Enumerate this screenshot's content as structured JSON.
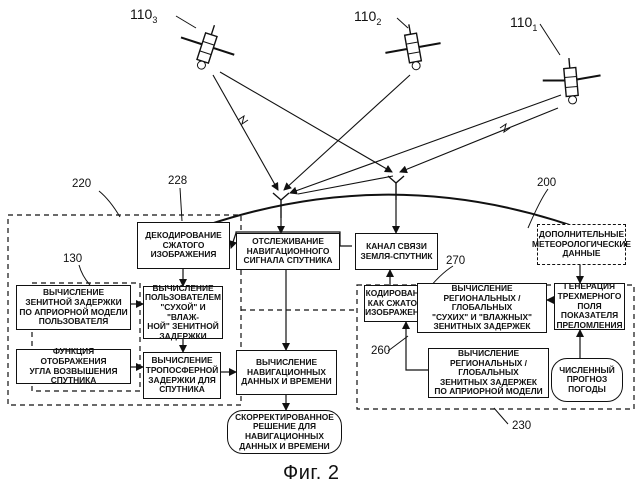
{
  "satellites": [
    {
      "label": "110",
      "sub": "3"
    },
    {
      "label": "110",
      "sub": "2"
    },
    {
      "label": "110",
      "sub": "1"
    }
  ],
  "refs": {
    "r220": "220",
    "r228": "228",
    "r200": "200",
    "r130": "130",
    "r270": "270",
    "r260": "260",
    "r230": "230"
  },
  "boxes": {
    "decode": "ДЕКОДИРОВАНИЕ\nСЖАТОГО\nИЗОБРАЖЕНИЯ",
    "tracking": "ОТСЛЕЖИВАНИЕ\nНАВИГАЦИОННОГО\nСИГНАЛА СПУТНИКА",
    "channel": "КАНАЛ СВЯЗИ\nЗЕМЛЯ-СПУТНИК",
    "extra_met": "ДОПОЛНИТЕЛЬНЫЕ\nМЕТЕОРОЛОГИЧЕСКИЕ\nДАННЫЕ",
    "zenith_apriori": "ВЫЧИСЛЕНИЕ\nЗЕНИТНОЙ ЗАДЕРЖКИ\nПО АПРИОРНОЙ МОДЕЛИ\nПОЛЬЗОВАТЕЛЯ",
    "user_dry_wet": "ВЫЧИСЛЕНИЕ\nПОЛЬЗОВАТЕЛЕМ\n\"СУХОЙ\" И \"ВЛАЖ-\nНОЙ\" ЗЕНИТНОЙ\nЗАДЕРЖКИ",
    "coding": "КОДИРОВАНИЕ\nКАК СЖАТОГО\nИЗОБРАЖЕНИЯ",
    "regional_dry_wet": "ВЫЧИСЛЕНИЕ\nРЕГИОНАЛЬНЫХ /\nГЛОБАЛЬНЫХ\n\"СУХИХ\" И \"ВЛАЖНЫХ\"\nЗЕНИТНЫХ ЗАДЕРЖЕК",
    "refraction": "ГЕНЕРАЦИЯ\nТРЕХМЕРНОГО\nПОЛЯ\nПОКАЗАТЕЛЯ\nПРЕЛОМЛЕНИЯ",
    "mapping": "ФУНКЦИЯ ОТОБРАЖЕНИЯ\nУГЛА ВОЗВЫШЕНИЯ\nСПУТНИКА",
    "tropo": "ВЫЧИСЛЕНИЕ\nТРОПОСФЕРНОЙ\nЗАДЕРЖКИ ДЛЯ\nСПУТНИКА",
    "nav_calc": "ВЫЧИСЛЕНИЕ\nНАВИГАЦИОННЫХ\nДАННЫХ И ВРЕМЕНИ",
    "regional_apriori": "ВЫЧИСЛЕНИЕ\nРЕГИОНАЛЬНЫХ /\nГЛОБАЛЬНЫХ\nЗЕНИТНЫХ ЗАДЕРЖЕК\nПО АПРИОРНОЙ МОДЕЛИ",
    "forecast": "ЧИСЛЕННЫЙ\nПРОГНОЗ\nПОГОДЫ",
    "corrected": "СКОРРЕКТИРОВАННОЕ\nРЕШЕНИЕ ДЛЯ\nНАВИГАЦИОННЫХ\nДАННЫХ И ВРЕМЕНИ"
  },
  "caption": "Фиг. 2"
}
